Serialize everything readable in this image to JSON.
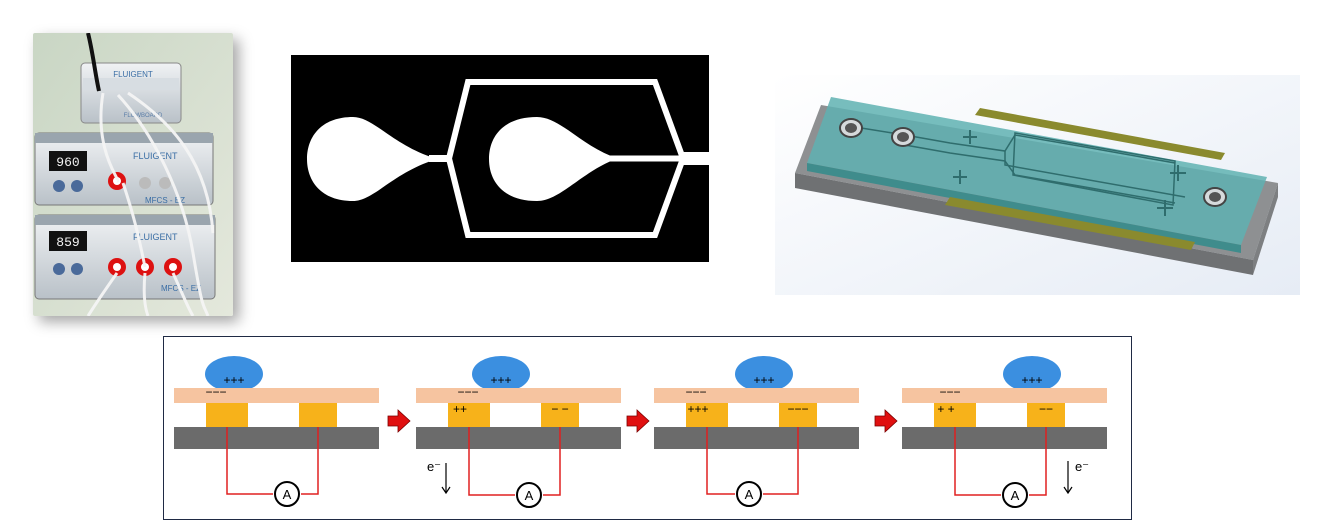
{
  "photo": {
    "brand_top": "FLUIGENT",
    "brand_top_sub": "FLOWBOARD",
    "unit1": {
      "display": "960",
      "brand": "FLUIGENT",
      "model": "MFCS - EZ"
    },
    "unit2": {
      "display": "859",
      "brand": "FLUIGENT",
      "model": "MFCS - EZ"
    }
  },
  "chip": {
    "colors": {
      "base": "#8e9092",
      "glass": "#5fb2b2",
      "electrode": "#8a8a2e"
    }
  },
  "sequence": {
    "colors": {
      "droplet": "#3b8fe0",
      "layer": "#f6c4a0",
      "electrode": "#f7b21a",
      "substrate": "#6b6b6b",
      "wire": "#e02020",
      "arrow": "#e01010"
    },
    "stages": [
      {
        "droplet_charge": "+++",
        "layer_charge": "−−−",
        "left_electrode": "",
        "right_electrode": "",
        "meter": "A",
        "electron_label": "",
        "electron_side": ""
      },
      {
        "droplet_charge": "+++",
        "layer_charge": "−−−",
        "left_electrode": "++",
        "right_electrode": "− −",
        "meter": "A",
        "electron_label": "e⁻",
        "electron_side": "left"
      },
      {
        "droplet_charge": "+++",
        "layer_charge": "−−−",
        "left_electrode": "+++",
        "right_electrode": "−−−",
        "meter": "A",
        "electron_label": "",
        "electron_side": ""
      },
      {
        "droplet_charge": "+++",
        "layer_charge": "−−−",
        "left_electrode": "+ +",
        "right_electrode": "−−",
        "meter": "A",
        "electron_label": "e⁻",
        "electron_side": "right"
      }
    ]
  }
}
